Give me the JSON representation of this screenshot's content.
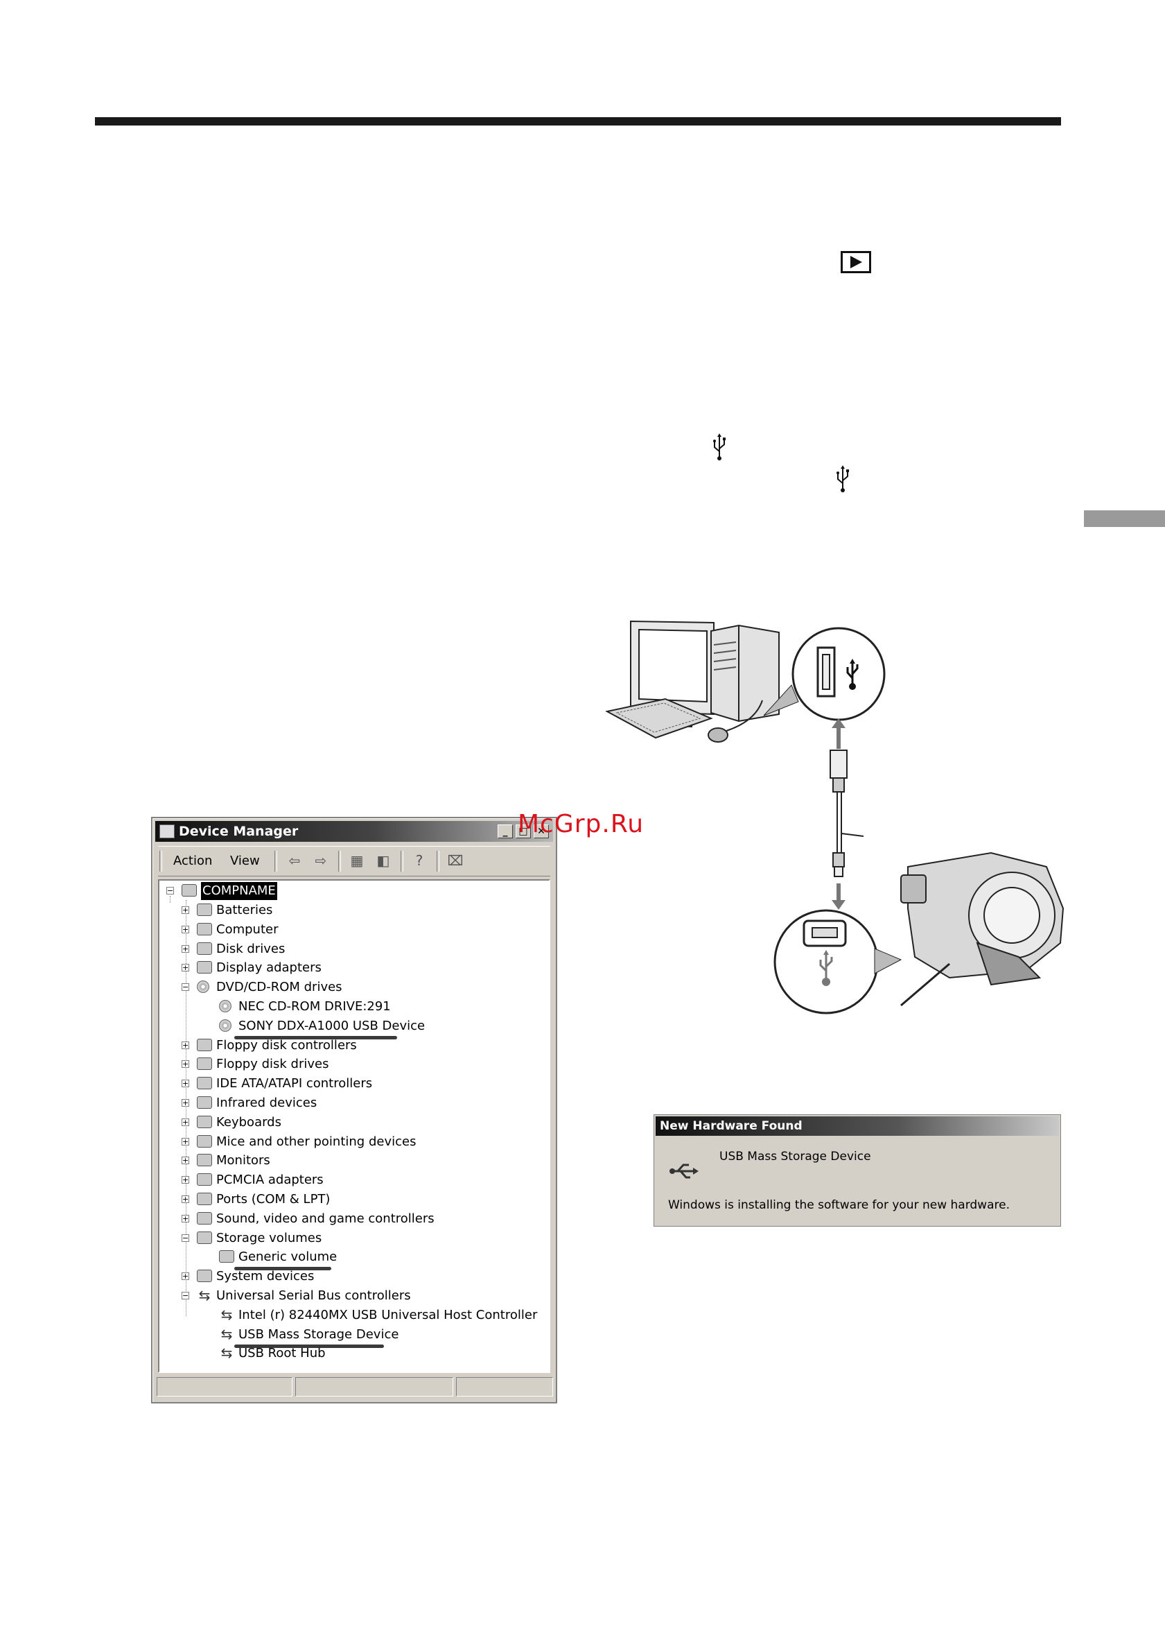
{
  "watermark": "McGrp.Ru",
  "icons": {
    "play": "play-button-icon",
    "usb": "usb-symbol-icon"
  },
  "device_manager": {
    "title": "Device Manager",
    "menu": {
      "action": "Action",
      "view": "View"
    },
    "toolbar_icons": [
      "back-arrow-icon",
      "forward-arrow-icon",
      "folder-icon",
      "properties-icon",
      "help-icon",
      "scan-hardware-icon"
    ],
    "tree": {
      "root": "COMPNAME",
      "items": [
        {
          "label": "Batteries",
          "expander": "+",
          "icon": "battery-icon"
        },
        {
          "label": "Computer",
          "expander": "+",
          "icon": "computer-icon"
        },
        {
          "label": "Disk drives",
          "expander": "+",
          "icon": "disk-drive-icon"
        },
        {
          "label": "Display adapters",
          "expander": "+",
          "icon": "display-adapter-icon"
        },
        {
          "label": "DVD/CD-ROM drives",
          "expander": "−",
          "icon": "cdrom-icon"
        },
        {
          "label": "NEC CD-ROM DRIVE:291",
          "child": true,
          "icon": "cdrom-icon"
        },
        {
          "label": "SONY DDX-A1000 USB Device",
          "child": true,
          "icon": "cdrom-icon",
          "highlighted": true
        },
        {
          "label": "Floppy disk controllers",
          "expander": "+",
          "icon": "floppy-controller-icon"
        },
        {
          "label": "Floppy disk drives",
          "expander": "+",
          "icon": "floppy-drive-icon"
        },
        {
          "label": "IDE ATA/ATAPI controllers",
          "expander": "+",
          "icon": "ide-controller-icon"
        },
        {
          "label": "Infrared devices",
          "expander": "+",
          "icon": "infrared-icon"
        },
        {
          "label": "Keyboards",
          "expander": "+",
          "icon": "keyboard-icon"
        },
        {
          "label": "Mice and other pointing devices",
          "expander": "+",
          "icon": "mouse-icon"
        },
        {
          "label": "Monitors",
          "expander": "+",
          "icon": "monitor-icon"
        },
        {
          "label": "PCMCIA adapters",
          "expander": "+",
          "icon": "pcmcia-icon"
        },
        {
          "label": "Ports (COM & LPT)",
          "expander": "+",
          "icon": "port-icon"
        },
        {
          "label": "Sound, video and game controllers",
          "expander": "+",
          "icon": "sound-icon"
        },
        {
          "label": "Storage volumes",
          "expander": "−",
          "icon": "storage-volume-icon"
        },
        {
          "label": "Generic volume",
          "child": true,
          "icon": "storage-volume-icon",
          "highlighted": true
        },
        {
          "label": "System devices",
          "expander": "+",
          "icon": "system-device-icon"
        },
        {
          "label": "Universal Serial Bus controllers",
          "expander": "−",
          "icon": "usb-icon"
        },
        {
          "label": "Intel (r) 82440MX USB Universal Host Controller",
          "child": true,
          "icon": "usb-icon"
        },
        {
          "label": "USB Mass Storage Device",
          "child": true,
          "icon": "usb-icon",
          "highlighted": true
        },
        {
          "label": "USB Root Hub",
          "child": true,
          "icon": "usb-icon"
        }
      ]
    }
  },
  "new_hardware_found": {
    "title": "New Hardware Found",
    "device": "USB Mass Storage Device",
    "message": "Windows is installing the software for your new hardware."
  },
  "colors": {
    "highlight_underline": "#3a3a3a",
    "watermark": "#d9141c",
    "dialog_face": "#d4d0c8"
  }
}
